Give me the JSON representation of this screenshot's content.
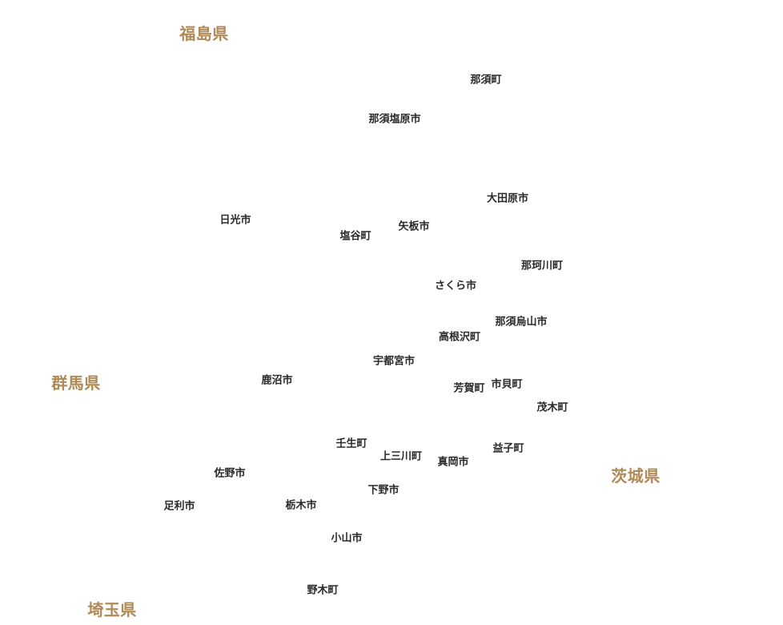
{
  "colors": {
    "prefecture": "#b08a56",
    "municipality": "#2a2a2a"
  },
  "prefectures": [
    {
      "key": "fukushima",
      "label": "福島県"
    },
    {
      "key": "gunma",
      "label": "群馬県"
    },
    {
      "key": "ibaraki",
      "label": "茨城県"
    },
    {
      "key": "saitama",
      "label": "埼玉県"
    }
  ],
  "municipalities": [
    {
      "key": "nasu",
      "label": "那須町"
    },
    {
      "key": "nasushiobara",
      "label": "那須塩原市"
    },
    {
      "key": "otawara",
      "label": "大田原市"
    },
    {
      "key": "nikko",
      "label": "日光市"
    },
    {
      "key": "yaita",
      "label": "矢板市"
    },
    {
      "key": "shioya",
      "label": "塩谷町"
    },
    {
      "key": "nakagawa",
      "label": "那珂川町"
    },
    {
      "key": "sakura",
      "label": "さくら市"
    },
    {
      "key": "nasukarasuyama",
      "label": "那須烏山市"
    },
    {
      "key": "takanezawa",
      "label": "高根沢町"
    },
    {
      "key": "utsunomiya",
      "label": "宇都宮市"
    },
    {
      "key": "kanuma",
      "label": "鹿沼市"
    },
    {
      "key": "ichikai",
      "label": "市貝町"
    },
    {
      "key": "haga",
      "label": "芳賀町"
    },
    {
      "key": "motegi",
      "label": "茂木町"
    },
    {
      "key": "mibu",
      "label": "壬生町"
    },
    {
      "key": "mashiko",
      "label": "益子町"
    },
    {
      "key": "kaminokawa",
      "label": "上三川町"
    },
    {
      "key": "moka",
      "label": "真岡市"
    },
    {
      "key": "sano",
      "label": "佐野市"
    },
    {
      "key": "shimotsuke",
      "label": "下野市"
    },
    {
      "key": "ashikaga",
      "label": "足利市"
    },
    {
      "key": "tochigi",
      "label": "栃木市"
    },
    {
      "key": "oyama",
      "label": "小山市"
    },
    {
      "key": "nogi",
      "label": "野木町"
    }
  ]
}
